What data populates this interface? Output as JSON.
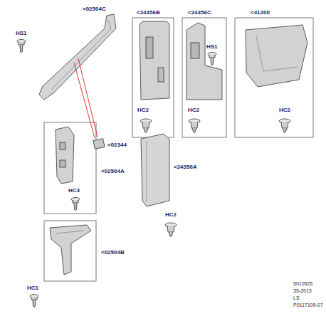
{
  "diagram": {
    "labels": [
      "<02504C",
      "<24356B",
      "<24356C",
      "<41200",
      "HS1",
      "HS1",
      "HC2",
      "HC2",
      "HC2",
      "<02344",
      "<24356A",
      "<02504A",
      "HC3",
      "HC2",
      "<02504B",
      "HC1",
      "5010525",
      "35-2013",
      "LS",
      "P0117109-07"
    ]
  }
}
